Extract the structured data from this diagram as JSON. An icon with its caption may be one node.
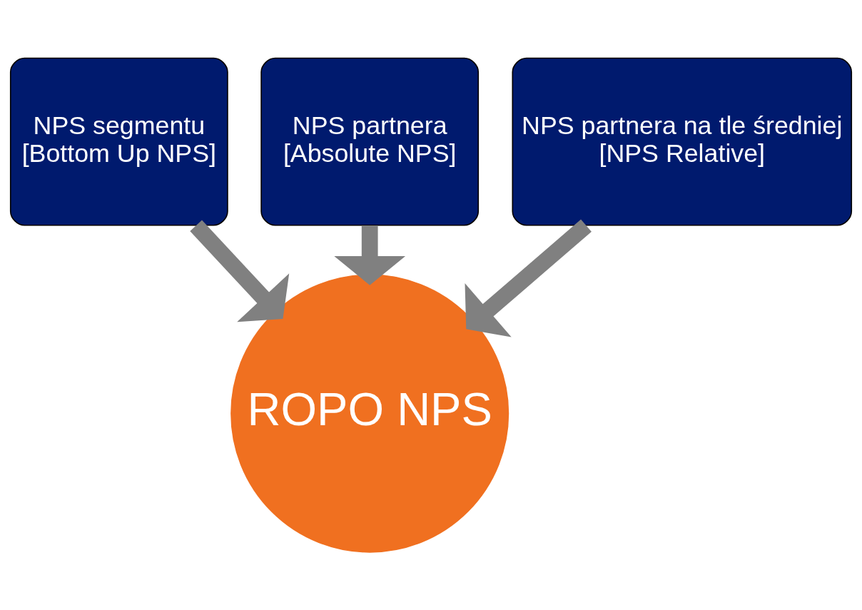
{
  "diagram": {
    "nodes": [
      {
        "text": [
          "NPS partnera",
          "[Absolute NPS]"
        ]
      },
      {
        "text": [
          "NPS segmentu",
          "[Bottom Up NPS]"
        ]
      },
      {
        "text": [
          "NPS partnera na tle średniej",
          "[NPS Relative]"
        ]
      },
      {
        "text": [
          "ROPO NPS"
        ]
      }
    ],
    "edges": [
      {
        "from": 1,
        "to": 3,
        "arrow": "to"
      },
      {
        "from": 0,
        "to": 3,
        "arrow": "to"
      },
      {
        "from": 2,
        "to": 3,
        "arrow": "to"
      }
    ]
  }
}
